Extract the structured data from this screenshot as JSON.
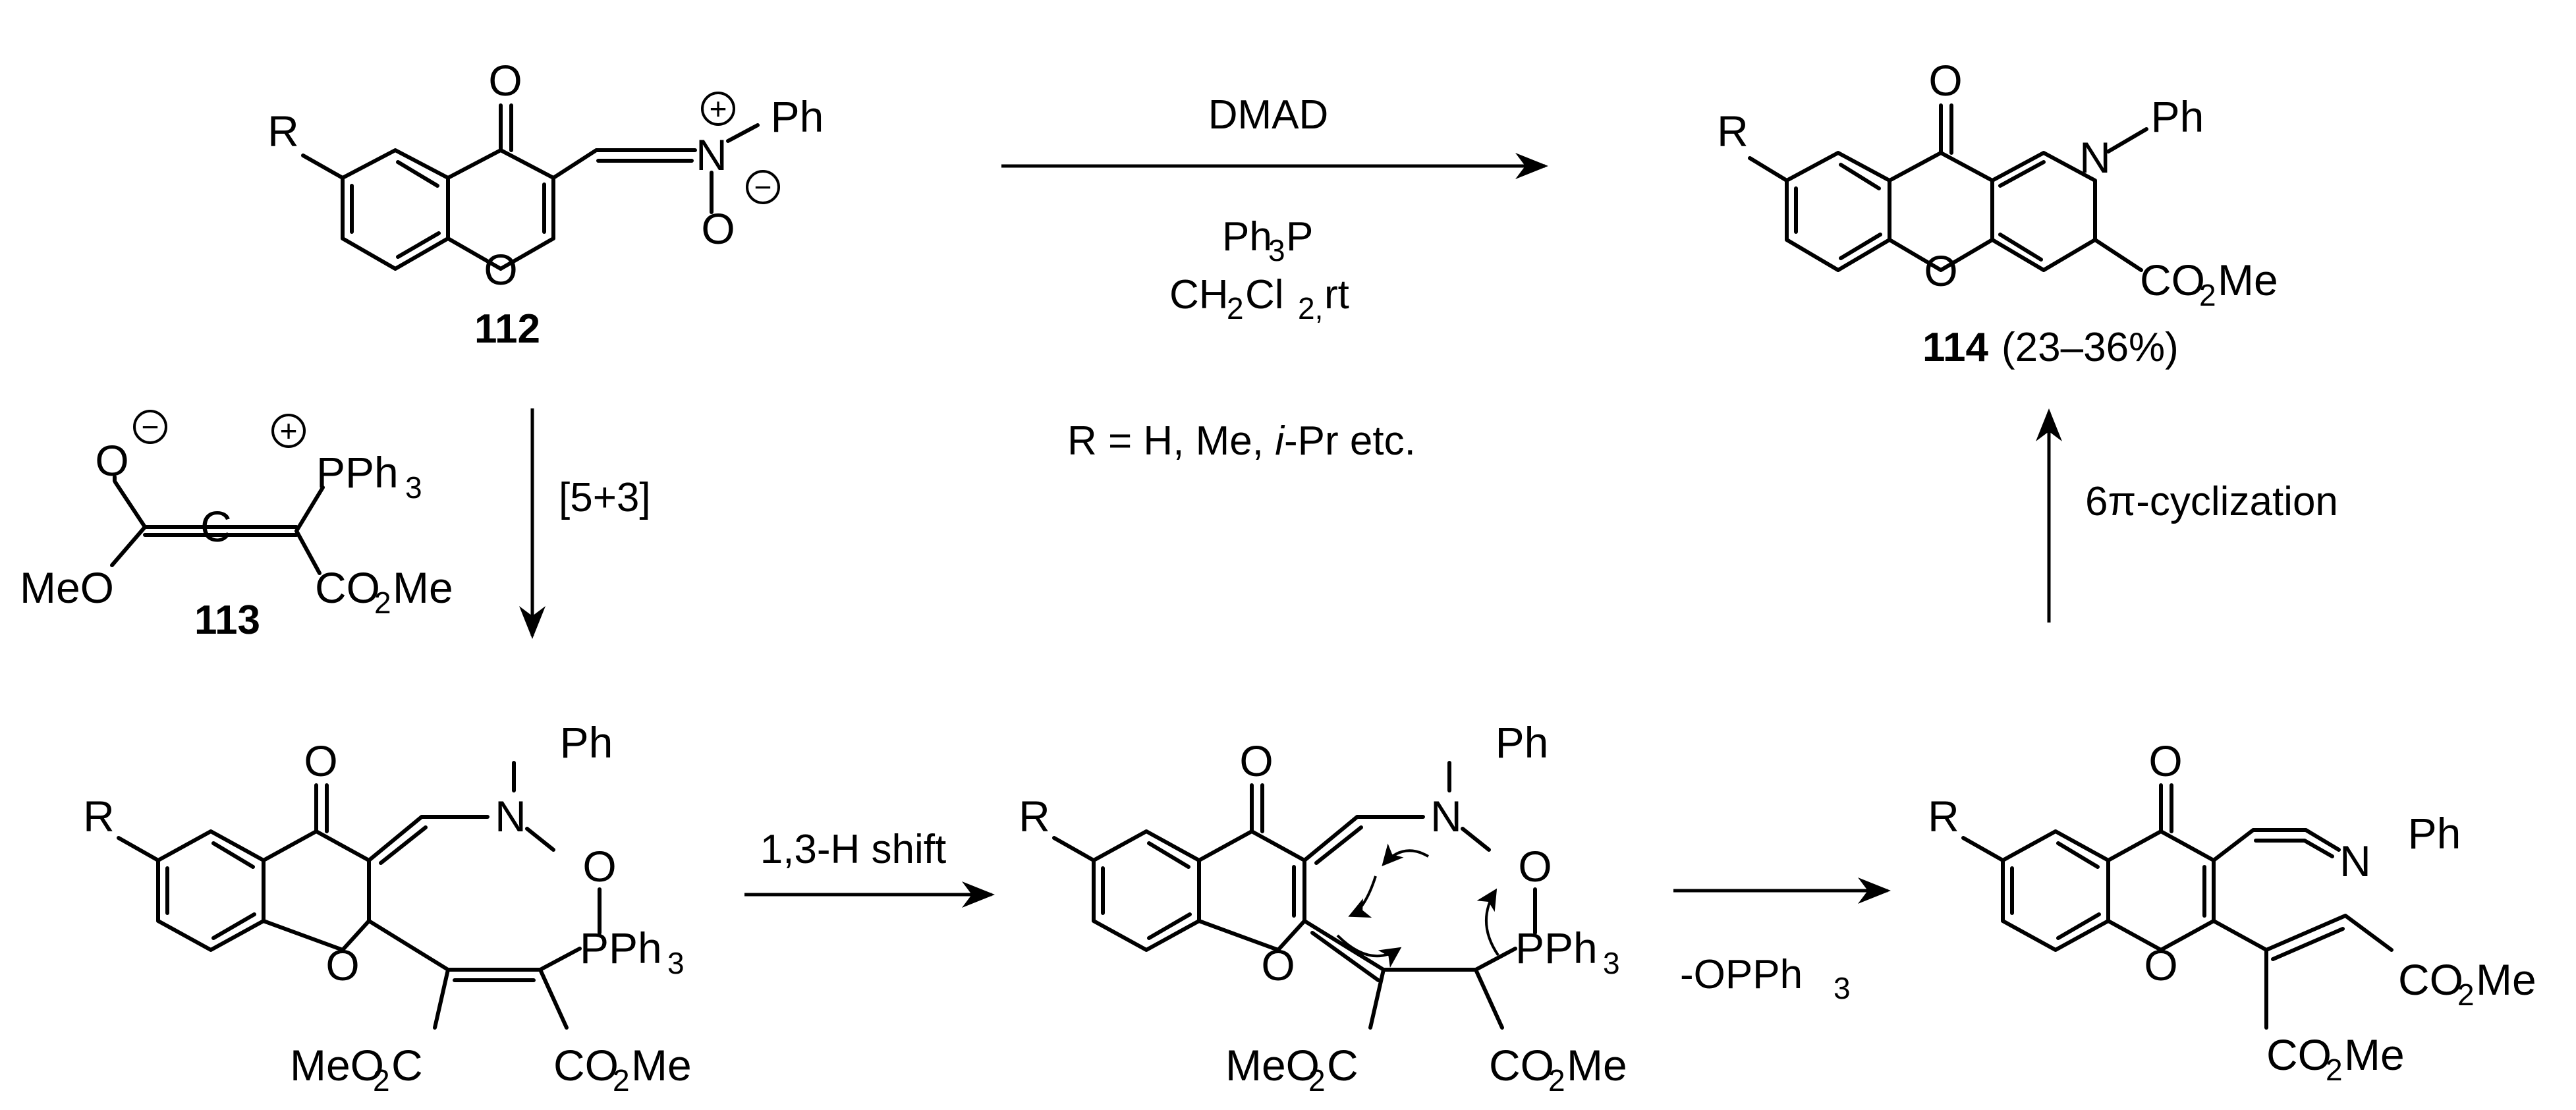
{
  "compound_112": {
    "number": "112",
    "atoms": {
      "R": "R",
      "O_keto": "O",
      "O_ring": "O",
      "N": "N",
      "O_nitrone": "O",
      "Ph": "Ph"
    },
    "charges": {
      "plus": "+",
      "minus": "−"
    }
  },
  "compound_113": {
    "number": "113",
    "atoms": {
      "O_minus": "O",
      "MeO": "MeO",
      "PPh": "PPh",
      "PPh_sub": "3",
      "CO2Me_a": "CO",
      "CO2Me_sub": "2",
      "CO2Me_b": "Me"
    },
    "charges": {
      "plus": "+",
      "minus": "−"
    }
  },
  "compound_114": {
    "number": "114",
    "yield": "(23–36%)",
    "atoms": {
      "R": "R",
      "O_keto": "O",
      "O_ring": "O",
      "N": "N",
      "Ph": "Ph",
      "CO": "CO",
      "sub2": "2",
      "Me": "Me"
    }
  },
  "top_arrow": {
    "reagent": "DMAD",
    "ph3p_a": "Ph",
    "ph3p_sub": "3",
    "ph3p_b": "P",
    "solvent_a": "CH",
    "solvent_sub1": "2",
    "solvent_b": "Cl",
    "solvent_sub2": "2,",
    "solvent_c": " rt",
    "r_note_a": "R = H, Me, ",
    "r_note_i": "i",
    "r_note_b": "-Pr etc."
  },
  "down_arrow": {
    "label": "[5+3]"
  },
  "up_arrow": {
    "label_a": "6",
    "label_pi": "π",
    "label_b": "-cyclization"
  },
  "arrow_shift": {
    "label": "1,3-H shift"
  },
  "arrow_elim": {
    "label_a": "-OPPh",
    "label_sub": "3"
  },
  "intermediate_A": {
    "atoms": {
      "R": "R",
      "O_keto": "O",
      "O_ring": "O",
      "Ph": "Ph",
      "N": "N",
      "O_np": "O",
      "PPh": "PPh",
      "sub3": "3",
      "MeO2C_a": "MeO",
      "MeO2C_sub": "2",
      "MeO2C_b": "C",
      "CO2Me_a": "CO",
      "CO2Me_sub": "2",
      "CO2Me_b": "Me"
    }
  },
  "intermediate_B": {
    "atoms": {
      "R": "R",
      "O_keto": "O",
      "O_ring": "O",
      "Ph": "Ph",
      "N": "N",
      "O_np": "O",
      "PPh": "PPh",
      "sub3": "3",
      "MeO2C_a": "MeO",
      "MeO2C_sub": "2",
      "MeO2C_b": "C",
      "CO2Me_a": "CO",
      "CO2Me_sub": "2",
      "CO2Me_b": "Me"
    }
  },
  "intermediate_C": {
    "atoms": {
      "R": "R",
      "O_keto": "O",
      "O_ring": "O",
      "N": "N",
      "Ph": "Ph",
      "CO2Me1_a": "CO",
      "CO2Me1_sub": "2",
      "CO2Me1_b": "Me",
      "CO2Me2_a": "CO",
      "CO2Me2_sub": "2",
      "CO2Me2_b": "Me"
    }
  }
}
